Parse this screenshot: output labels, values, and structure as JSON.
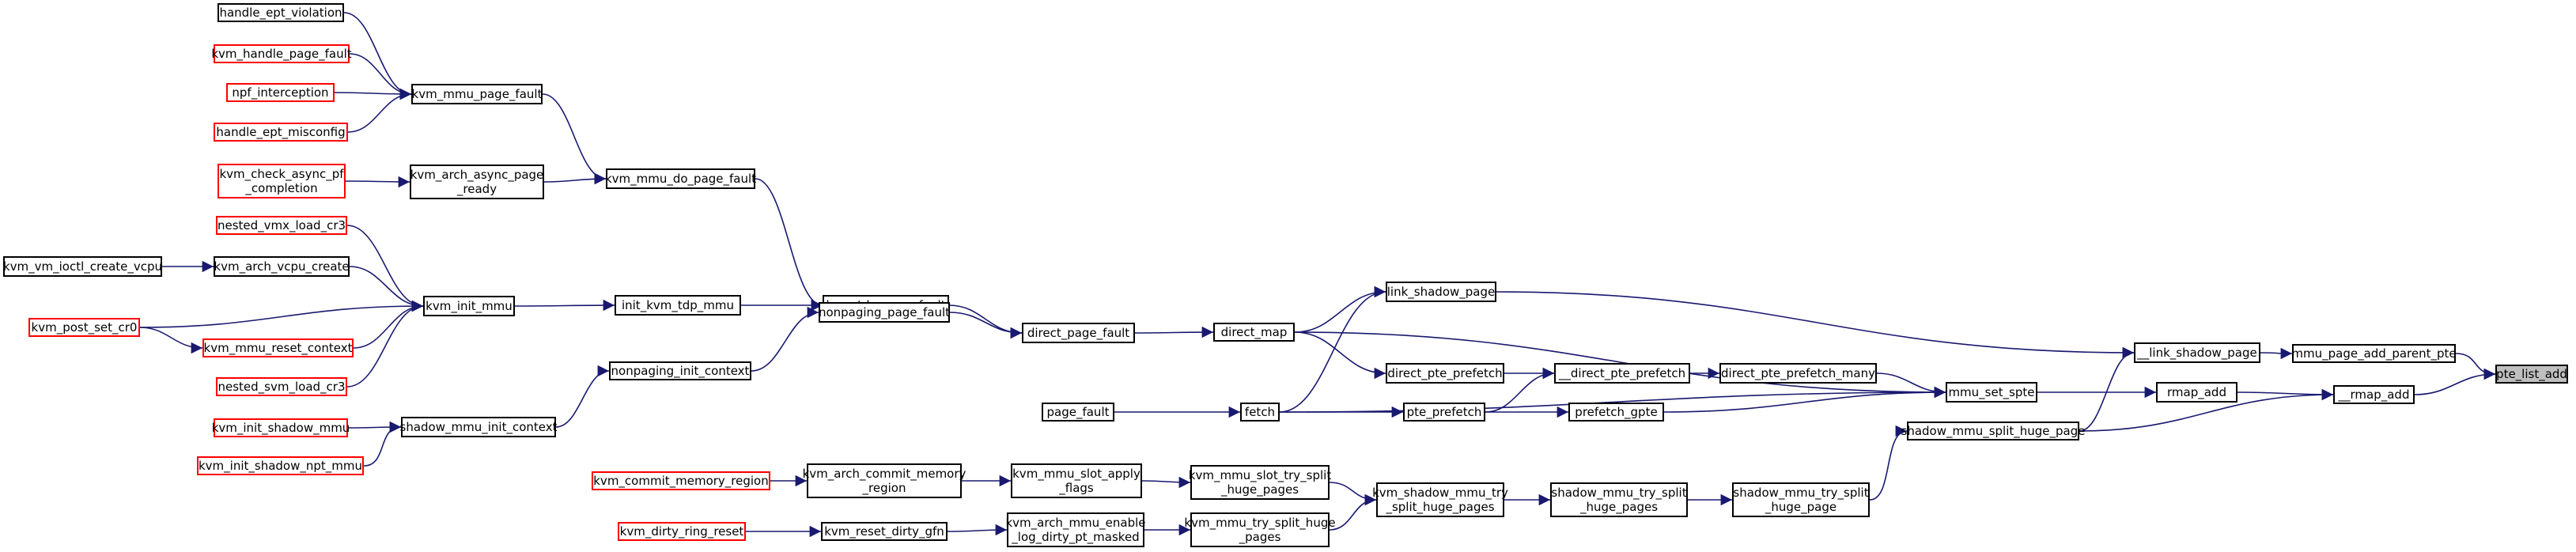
{
  "graph": {
    "edge_color": "#191970",
    "external_border_color": "#ff0000",
    "root_fill": "#bfbfbf",
    "nodes": [
      {
        "id": "pte_list_add",
        "label": "pte_list_add",
        "kind": "root"
      },
      {
        "id": "mmu_page_add_parent_pte",
        "label": "mmu_page_add_parent_pte",
        "kind": "internal"
      },
      {
        "id": "__rmap_add",
        "label": "__rmap_add",
        "kind": "internal"
      },
      {
        "id": "__link_shadow_page",
        "label": "__link_shadow_page",
        "kind": "internal"
      },
      {
        "id": "rmap_add",
        "label": "rmap_add",
        "kind": "internal"
      },
      {
        "id": "shadow_mmu_split_huge_page",
        "label": "shadow_mmu_split_huge_page",
        "kind": "internal"
      },
      {
        "id": "mmu_set_spte",
        "label": "mmu_set_spte",
        "kind": "internal"
      },
      {
        "id": "link_shadow_page",
        "label": "link_shadow_page",
        "kind": "internal"
      },
      {
        "id": "direct_pte_prefetch_many",
        "label": "direct_pte_prefetch_many",
        "kind": "internal"
      },
      {
        "id": "prefetch_gpte",
        "label": "prefetch_gpte",
        "kind": "internal"
      },
      {
        "id": "__direct_pte_prefetch",
        "label": "__direct_pte_prefetch",
        "kind": "internal"
      },
      {
        "id": "pte_prefetch",
        "label": "pte_prefetch",
        "kind": "internal"
      },
      {
        "id": "direct_pte_prefetch",
        "label": "direct_pte_prefetch",
        "kind": "internal"
      },
      {
        "id": "direct_map",
        "label": "direct_map",
        "kind": "internal"
      },
      {
        "id": "fetch",
        "label": "fetch",
        "kind": "internal"
      },
      {
        "id": "page_fault",
        "label": "page_fault",
        "kind": "internal"
      },
      {
        "id": "direct_page_fault",
        "label": "direct_page_fault",
        "kind": "internal"
      },
      {
        "id": "kvm_tdp_page_fault",
        "label": "kvm_tdp_page_fault",
        "kind": "internal"
      },
      {
        "id": "nonpaging_page_fault",
        "label": "nonpaging_page_fault",
        "kind": "internal"
      },
      {
        "id": "kvm_mmu_do_page_fault",
        "label": "kvm_mmu_do_page_fault",
        "kind": "internal"
      },
      {
        "id": "init_kvm_tdp_mmu",
        "label": "init_kvm_tdp_mmu",
        "kind": "internal"
      },
      {
        "id": "nonpaging_init_context",
        "label": "nonpaging_init_context",
        "kind": "internal"
      },
      {
        "id": "kvm_mmu_page_fault",
        "label": "kvm_mmu_page_fault",
        "kind": "internal"
      },
      {
        "id": "kvm_arch_async_page_ready",
        "label": "kvm_arch_async_page\n_ready",
        "kind": "internal"
      },
      {
        "id": "kvm_init_mmu",
        "label": "kvm_init_mmu",
        "kind": "internal"
      },
      {
        "id": "shadow_mmu_init_context",
        "label": "shadow_mmu_init_context",
        "kind": "internal"
      },
      {
        "id": "handle_ept_violation",
        "label": "handle_ept_violation",
        "kind": "internal"
      },
      {
        "id": "kvm_handle_page_fault",
        "label": "kvm_handle_page_fault",
        "kind": "external"
      },
      {
        "id": "npf_interception",
        "label": "npf_interception",
        "kind": "external"
      },
      {
        "id": "handle_ept_misconfig",
        "label": "handle_ept_misconfig",
        "kind": "external"
      },
      {
        "id": "kvm_check_async_pf_completion",
        "label": "kvm_check_async_pf\n_completion",
        "kind": "external"
      },
      {
        "id": "nested_vmx_load_cr3",
        "label": "nested_vmx_load_cr3",
        "kind": "external"
      },
      {
        "id": "kvm_arch_vcpu_create",
        "label": "kvm_arch_vcpu_create",
        "kind": "internal"
      },
      {
        "id": "kvm_vm_ioctl_create_vcpu",
        "label": "kvm_vm_ioctl_create_vcpu",
        "kind": "internal"
      },
      {
        "id": "kvm_post_set_cr0",
        "label": "kvm_post_set_cr0",
        "kind": "external"
      },
      {
        "id": "kvm_mmu_reset_context",
        "label": "kvm_mmu_reset_context",
        "kind": "external"
      },
      {
        "id": "nested_svm_load_cr3",
        "label": "nested_svm_load_cr3",
        "kind": "external"
      },
      {
        "id": "kvm_init_shadow_mmu",
        "label": "kvm_init_shadow_mmu",
        "kind": "external"
      },
      {
        "id": "kvm_init_shadow_npt_mmu",
        "label": "kvm_init_shadow_npt_mmu",
        "kind": "external"
      },
      {
        "id": "shadow_mmu_try_split_huge_page",
        "label": "shadow_mmu_try_split\n_huge_page",
        "kind": "internal"
      },
      {
        "id": "shadow_mmu_try_split_huge_pages",
        "label": "shadow_mmu_try_split\n_huge_pages",
        "kind": "internal"
      },
      {
        "id": "kvm_shadow_mmu_try_split_huge_pages",
        "label": "kvm_shadow_mmu_try\n_split_huge_pages",
        "kind": "internal"
      },
      {
        "id": "kvm_mmu_slot_try_split_huge_pages",
        "label": "kvm_mmu_slot_try_split\n_huge_pages",
        "kind": "internal"
      },
      {
        "id": "kvm_mmu_try_split_huge_pages",
        "label": "kvm_mmu_try_split_huge\n_pages",
        "kind": "internal"
      },
      {
        "id": "kvm_mmu_slot_apply_flags",
        "label": "kvm_mmu_slot_apply\n_flags",
        "kind": "internal"
      },
      {
        "id": "kvm_arch_mmu_enable_log_dirty_pt_masked",
        "label": "kvm_arch_mmu_enable\n_log_dirty_pt_masked",
        "kind": "internal"
      },
      {
        "id": "kvm_arch_commit_memory_region",
        "label": "kvm_arch_commit_memory\n_region",
        "kind": "internal"
      },
      {
        "id": "kvm_reset_dirty_gfn",
        "label": "kvm_reset_dirty_gfn",
        "kind": "internal"
      },
      {
        "id": "kvm_commit_memory_region",
        "label": "kvm_commit_memory_region",
        "kind": "external"
      },
      {
        "id": "kvm_dirty_ring_reset",
        "label": "kvm_dirty_ring_reset",
        "kind": "external"
      }
    ],
    "edges": [
      [
        "mmu_page_add_parent_pte",
        "pte_list_add"
      ],
      [
        "__rmap_add",
        "pte_list_add"
      ],
      [
        "__link_shadow_page",
        "mmu_page_add_parent_pte"
      ],
      [
        "rmap_add",
        "__rmap_add"
      ],
      [
        "shadow_mmu_split_huge_page",
        "__rmap_add"
      ],
      [
        "link_shadow_page",
        "__link_shadow_page"
      ],
      [
        "shadow_mmu_split_huge_page",
        "__link_shadow_page"
      ],
      [
        "mmu_set_spte",
        "rmap_add"
      ],
      [
        "shadow_mmu_try_split_huge_page",
        "shadow_mmu_split_huge_page"
      ],
      [
        "direct_pte_prefetch_many",
        "mmu_set_spte"
      ],
      [
        "prefetch_gpte",
        "mmu_set_spte"
      ],
      [
        "direct_map",
        "mmu_set_spte"
      ],
      [
        "fetch",
        "mmu_set_spte"
      ],
      [
        "__direct_pte_prefetch",
        "direct_pte_prefetch_many"
      ],
      [
        "pte_prefetch",
        "prefetch_gpte"
      ],
      [
        "direct_pte_prefetch",
        "__direct_pte_prefetch"
      ],
      [
        "pte_prefetch",
        "__direct_pte_prefetch"
      ],
      [
        "fetch",
        "pte_prefetch"
      ],
      [
        "direct_map",
        "link_shadow_page"
      ],
      [
        "fetch",
        "link_shadow_page"
      ],
      [
        "direct_map",
        "direct_pte_prefetch"
      ],
      [
        "direct_page_fault",
        "direct_map"
      ],
      [
        "page_fault",
        "fetch"
      ],
      [
        "kvm_tdp_page_fault",
        "direct_page_fault"
      ],
      [
        "nonpaging_page_fault",
        "direct_page_fault"
      ],
      [
        "kvm_mmu_do_page_fault",
        "kvm_tdp_page_fault"
      ],
      [
        "init_kvm_tdp_mmu",
        "kvm_tdp_page_fault"
      ],
      [
        "nonpaging_init_context",
        "nonpaging_page_fault"
      ],
      [
        "kvm_mmu_page_fault",
        "kvm_mmu_do_page_fault"
      ],
      [
        "kvm_arch_async_page_ready",
        "kvm_mmu_do_page_fault"
      ],
      [
        "kvm_init_mmu",
        "init_kvm_tdp_mmu"
      ],
      [
        "shadow_mmu_init_context",
        "nonpaging_init_context"
      ],
      [
        "handle_ept_violation",
        "kvm_mmu_page_fault"
      ],
      [
        "kvm_handle_page_fault",
        "kvm_mmu_page_fault"
      ],
      [
        "npf_interception",
        "kvm_mmu_page_fault"
      ],
      [
        "handle_ept_misconfig",
        "kvm_mmu_page_fault"
      ],
      [
        "kvm_check_async_pf_completion",
        "kvm_arch_async_page_ready"
      ],
      [
        "nested_vmx_load_cr3",
        "kvm_init_mmu"
      ],
      [
        "kvm_arch_vcpu_create",
        "kvm_init_mmu"
      ],
      [
        "kvm_post_set_cr0",
        "kvm_init_mmu"
      ],
      [
        "kvm_mmu_reset_context",
        "kvm_init_mmu"
      ],
      [
        "nested_svm_load_cr3",
        "kvm_init_mmu"
      ],
      [
        "kvm_vm_ioctl_create_vcpu",
        "kvm_arch_vcpu_create"
      ],
      [
        "kvm_post_set_cr0",
        "kvm_mmu_reset_context"
      ],
      [
        "kvm_init_shadow_mmu",
        "shadow_mmu_init_context"
      ],
      [
        "kvm_init_shadow_npt_mmu",
        "shadow_mmu_init_context"
      ],
      [
        "shadow_mmu_try_split_huge_pages",
        "shadow_mmu_try_split_huge_page"
      ],
      [
        "kvm_shadow_mmu_try_split_huge_pages",
        "shadow_mmu_try_split_huge_pages"
      ],
      [
        "kvm_mmu_slot_try_split_huge_pages",
        "kvm_shadow_mmu_try_split_huge_pages"
      ],
      [
        "kvm_mmu_try_split_huge_pages",
        "kvm_shadow_mmu_try_split_huge_pages"
      ],
      [
        "kvm_mmu_slot_apply_flags",
        "kvm_mmu_slot_try_split_huge_pages"
      ],
      [
        "kvm_arch_mmu_enable_log_dirty_pt_masked",
        "kvm_mmu_try_split_huge_pages"
      ],
      [
        "kvm_arch_commit_memory_region",
        "kvm_mmu_slot_apply_flags"
      ],
      [
        "kvm_reset_dirty_gfn",
        "kvm_arch_mmu_enable_log_dirty_pt_masked"
      ],
      [
        "kvm_commit_memory_region",
        "kvm_arch_commit_memory_region"
      ],
      [
        "kvm_dirty_ring_reset",
        "kvm_reset_dirty_gfn"
      ]
    ]
  }
}
